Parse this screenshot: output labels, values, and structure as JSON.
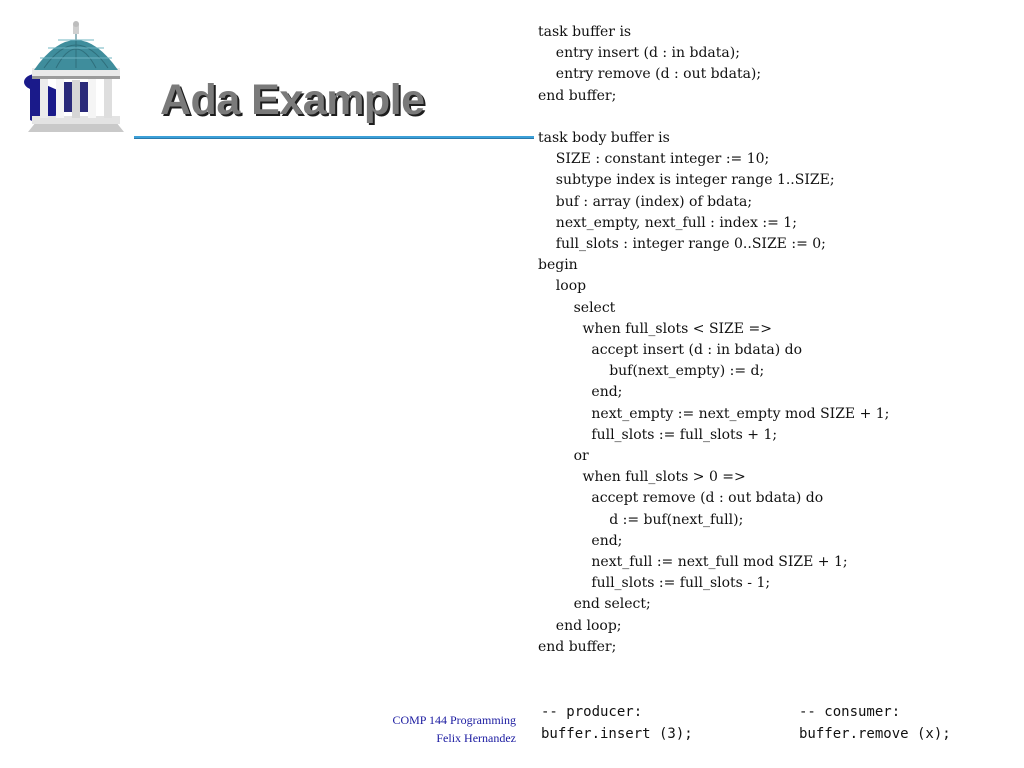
{
  "slide": {
    "title": "Ada Example",
    "logo_icon": "old-well-icon",
    "accent_color": "#3ca0d8",
    "footer": {
      "line1": "COMP 144 Programming",
      "line2": "Felix Hernandez"
    }
  },
  "code": {
    "main_listing": "task buffer is\n    entry insert (d : in bdata);\n    entry remove (d : out bdata);\nend buffer;\n\ntask body buffer is\n    SIZE : constant integer := 10;\n    subtype index is integer range 1..SIZE;\n    buf : array (index) of bdata;\n    next_empty, next_full : index := 1;\n    full_slots : integer range 0..SIZE := 0;\nbegin\n    loop\n        select\n          when full_slots < SIZE =>\n            accept insert (d : in bdata) do\n                buf(next_empty) := d;\n            end;\n            next_empty := next_empty mod SIZE + 1;\n            full_slots := full_slots + 1;\n        or\n          when full_slots > 0 =>\n            accept remove (d : out bdata) do\n                d := buf(next_full);\n            end;\n            next_full := next_full mod SIZE + 1;\n            full_slots := full_slots - 1;\n        end select;\n    end loop;\nend buffer;",
    "producer": "-- producer:\nbuffer.insert (3);",
    "consumer": "-- consumer:\nbuffer.remove (x);"
  }
}
